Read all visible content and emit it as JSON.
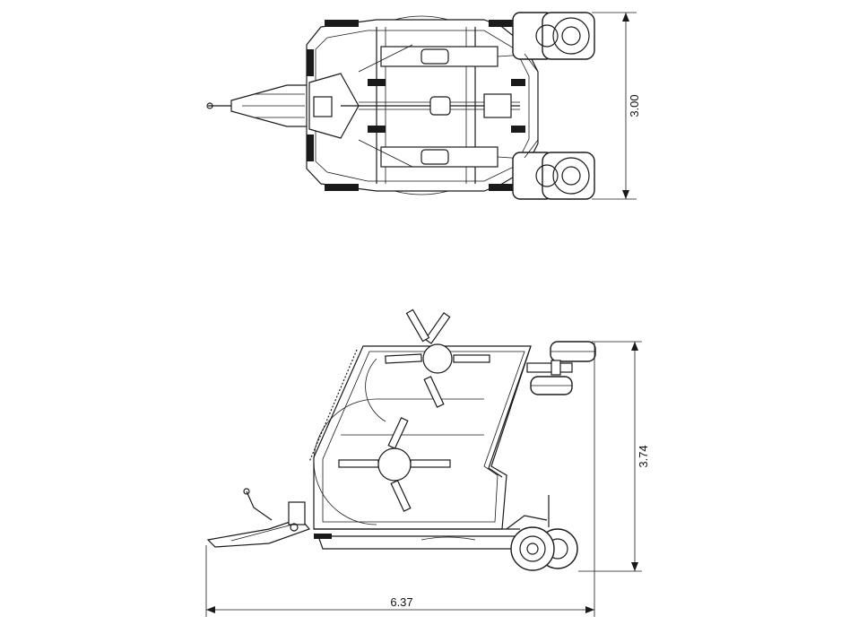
{
  "dimensions": {
    "top_view_width": "3.00",
    "side_view_height": "3.74",
    "overall_length": "6.37"
  },
  "colors": {
    "line": "#1a1a1a",
    "background": "#ffffff"
  }
}
